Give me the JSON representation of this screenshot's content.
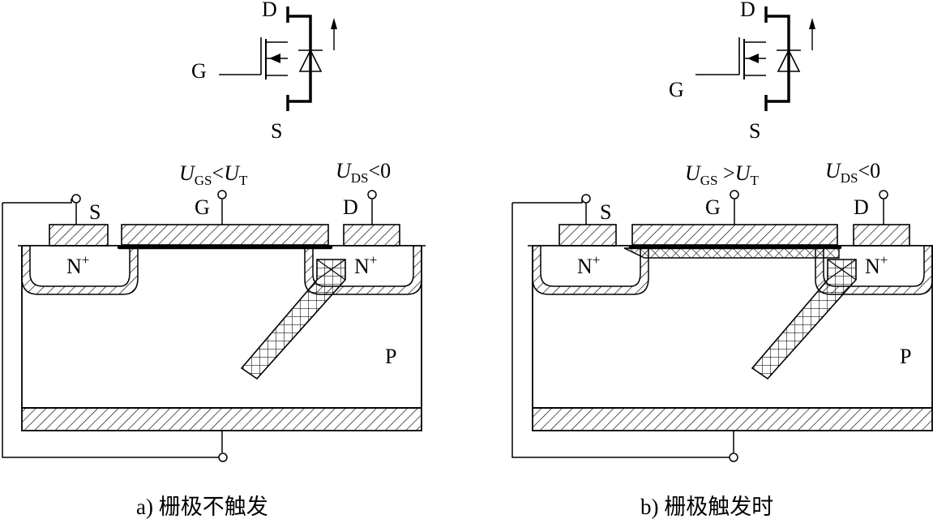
{
  "panels": [
    {
      "id": "a",
      "symbol": {
        "drain": "D",
        "gate": "G",
        "source": "S"
      },
      "gate_condition": {
        "u": "U",
        "gs": "GS",
        "op": "<",
        "u2": "U",
        "t": "T"
      },
      "drain_condition": {
        "u": "U",
        "ds": "DS",
        "rest": "<0"
      },
      "terminals": {
        "source": "S",
        "gate": "G",
        "drain": "D"
      },
      "regions": {
        "n_left": "N",
        "n_right": "N",
        "plus": "+",
        "substrate": "P"
      },
      "caption": "a) 栅极不触发"
    },
    {
      "id": "b",
      "symbol": {
        "drain": "D",
        "gate": "G",
        "source": "S"
      },
      "gate_condition": {
        "u": "U",
        "gs": "GS",
        "op": " >",
        "u2": "U",
        "t": "T"
      },
      "drain_condition": {
        "u": "U",
        "ds": "DS",
        "rest": "<0"
      },
      "terminals": {
        "source": "S",
        "gate": "G",
        "drain": "D"
      },
      "regions": {
        "n_left": "N",
        "n_right": "N",
        "plus": "+",
        "substrate": "P"
      },
      "caption": "b) 栅极触发时"
    }
  ],
  "colors": {
    "line": "#000000",
    "background": "#ffffff"
  }
}
